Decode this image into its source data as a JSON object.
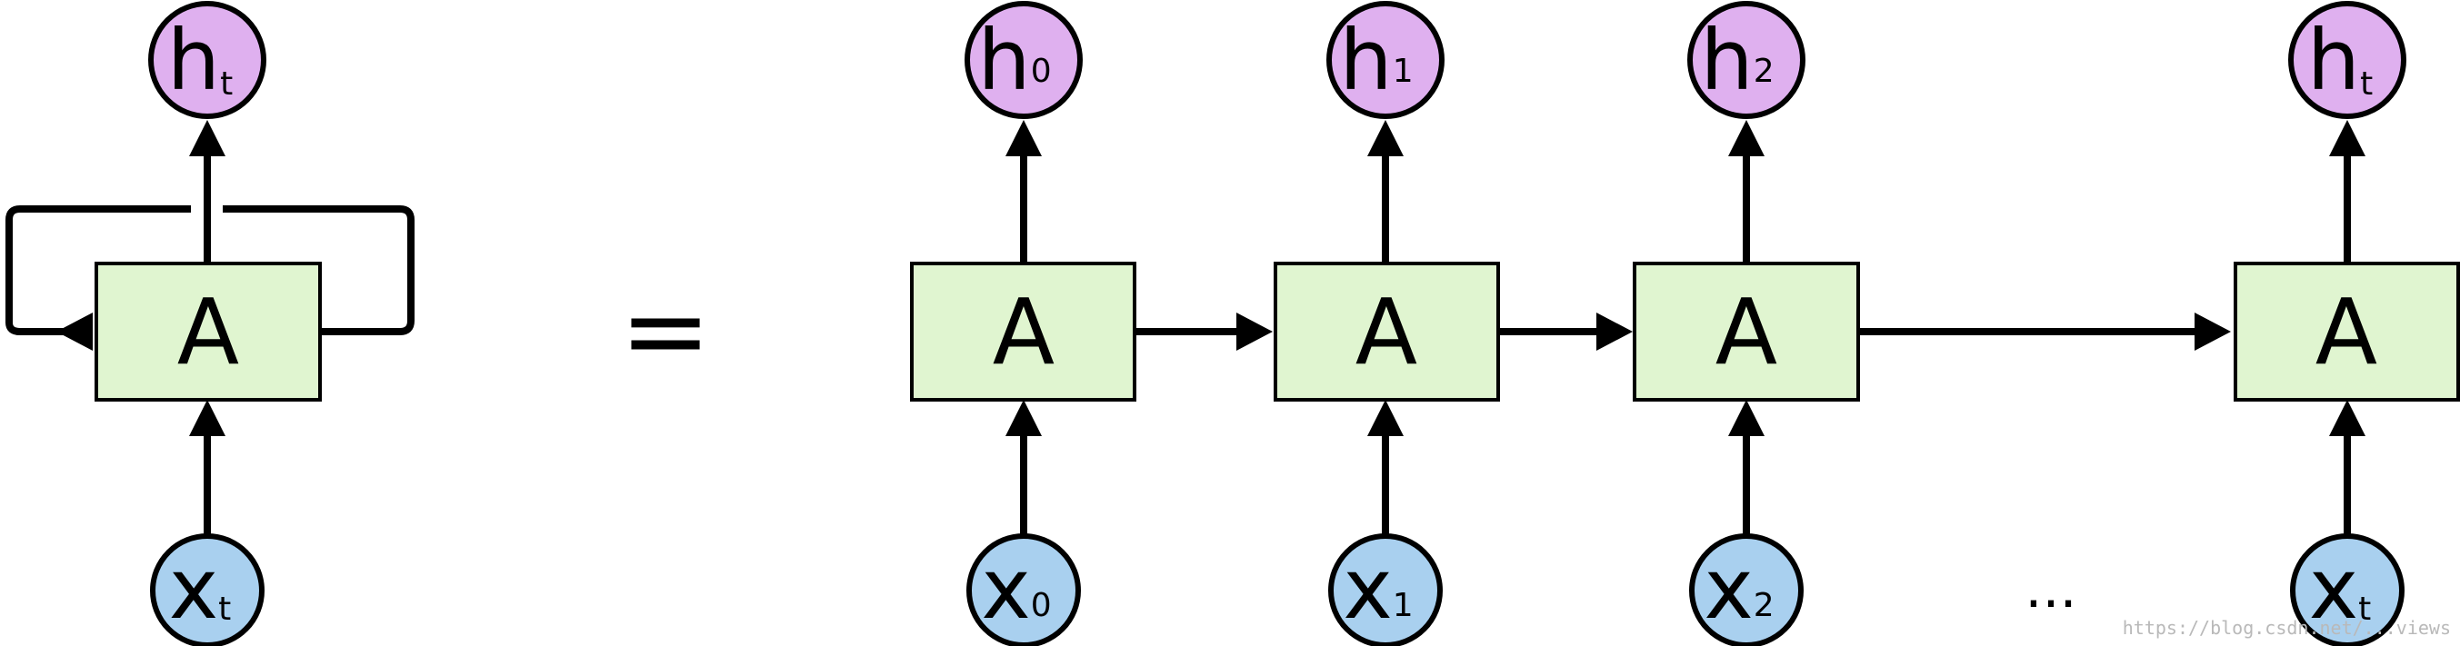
{
  "cell_label": "A",
  "hidden_letter": "h",
  "input_letter": "x",
  "equals_sign": "=",
  "ellipsis": "...",
  "watermark": "https://blog.csdn.net/...views",
  "colors": {
    "hidden_fill": "#dfb0ef",
    "input_fill": "#a9d0ef",
    "cell_fill": "#e0f5d0",
    "stroke": "#000000"
  },
  "folded": {
    "subscript": "t"
  },
  "unrolled": [
    {
      "subscript": "0"
    },
    {
      "subscript": "1"
    },
    {
      "subscript": "2"
    },
    {
      "subscript": "t"
    }
  ]
}
